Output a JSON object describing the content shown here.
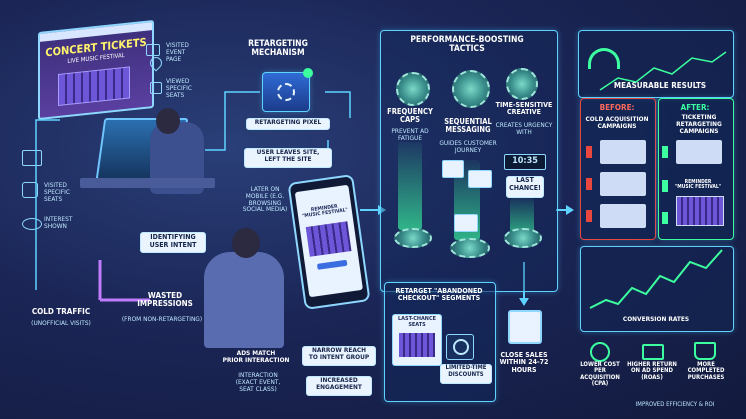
{
  "left": {
    "screen_title": "CONCERT TICKETS",
    "screen_subtitle": "LIVE MUSIC FESTIVAL",
    "visited_event_page": "VISITED\nEVENT\nPAGE",
    "viewed_specific_seats": "VIEWED\nSPECIFIC\nSEATS",
    "visited_specific_seats": "VISITED\nSPECIFIC\nSEATS",
    "interest_shown": "INTEREST\nSHOWN",
    "identifying_user_intent": "IDENTIFYING\nUSER INTENT",
    "cold_traffic": "COLD TRAFFIC",
    "cold_traffic_sub": "(UNOFFICIAL VISITS)",
    "wasted_impressions": "WASTED\nIMPRESSIONS",
    "wasted_impressions_sub": "(FROM NON-RETARGETING)"
  },
  "retargeting": {
    "heading": "RETARGETING\nMECHANISM",
    "pixel": "RETARGETING PIXEL",
    "user_leaves": "USER LEAVES SITE,\nLEFT THE SITE",
    "later_on_mobile": "LATER ON\nMOBILE (E.G.\nBROWSING\nSOCIAL MEDIA)",
    "phone_ad_title": "REMINDER\n\"MUSIC FESTIVAL\"",
    "ads_match": "ADS MATCH\nPRIOR INTERACTION",
    "interaction_detail": "INTERACTION\n(EXACT EVENT,\nSEAT CLASS)",
    "narrow_reach": "NARROW REACH\nTO INTENT GROUP",
    "increased_engagement": "INCREASED\nENGAGEMENT"
  },
  "tactics": {
    "heading": "PERFORMANCE-BOOSTING\nTACTICS",
    "frequency_caps": "FREQUENCY\nCAPS",
    "frequency_caps_desc": "PREVENT AD\nFATIGUE",
    "sequential_messaging": "SEQUENTIAL\nMESSAGING",
    "sequential_messaging_desc": "GUIDES CUSTOMER\nJOURNEY",
    "time_sensitive": "TIME-SENSITIVE\nCREATIVE",
    "time_sensitive_desc": "CREATES URGENCY\nWITH",
    "countdown": "10:35",
    "last_chance": "LAST\nCHANCE!",
    "abandoned_checkout": "RETARGET \"ABANDONED\nCHECKOUT\" SEGMENTS",
    "last_chance_seats": "LAST-CHANCE\nSEATS",
    "limited_time_discounts": "LIMITED-TIME\nDISCOUNTS",
    "close_sales": "CLOSE SALES\nWITHIN 24-72\nHOURS"
  },
  "results": {
    "heading": "MEASURABLE RESULTS",
    "before_label": "BEFORE:",
    "before_desc": "COLD ACQUISITION\nCAMPAIGNS",
    "after_label": "AFTER:",
    "after_desc": "TICKETING\nRETARGETING\nCAMPAIGNS",
    "after_ad_title": "REMINDER\n\"MUSIC FESTIVAL\"",
    "conversion_rates": "CONVERSION RATES",
    "lower_cost": "LOWER COST\nPER ACQUISITION\n(CPA)",
    "higher_return": "HIGHER RETURN\nON AD SPEND\n(ROAS)",
    "more_purchases": "MORE\nCOMPLETED\nPURCHASES",
    "footer": "IMPROVED EFFICIENCY & ROI"
  },
  "colors": {
    "accent_cyan": "#5fd3ff",
    "accent_green": "#3cff9f",
    "warning_red": "#e8473f",
    "highlight_yellow": "#ffe79a"
  }
}
